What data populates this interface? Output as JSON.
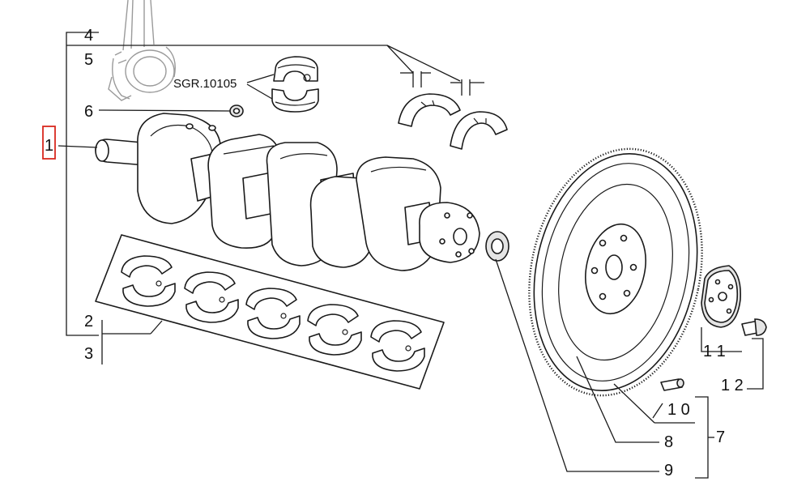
{
  "callouts": {
    "c1": "1",
    "c2": "2",
    "c3": "3",
    "c4": "4",
    "c5": "5",
    "c6": "6",
    "c7": "7",
    "c8": "8",
    "c9": "9",
    "c10": "1 0",
    "c11": "1 1",
    "c12": "1 2"
  },
  "reference_code": "SGR.10105",
  "highlight_color": "#d9281f"
}
